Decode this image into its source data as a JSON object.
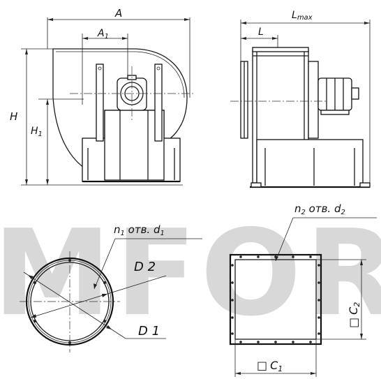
{
  "watermark": "MFORT",
  "labels": {
    "A": "A",
    "A1": "A",
    "A1_sub": "1",
    "H": "H",
    "H1": "H",
    "H1_sub": "1",
    "Lmax_main": "L",
    "Lmax_sub": "max",
    "L": "L",
    "n1_note_n": "n",
    "n1_note_sub": "1",
    "n1_note_text": " отв. d",
    "n1_note_sub2": "1",
    "n2_note_n": "n",
    "n2_note_sub": "2",
    "n2_note_text": " отв. d",
    "n2_note_sub2": "2",
    "D2": "D  2",
    "D1": "D  1",
    "C1_box": "□",
    "C1_text": "C",
    "C1_sub": "1",
    "C2_box": "□",
    "C2_text": "C",
    "C2_sub": "2"
  }
}
